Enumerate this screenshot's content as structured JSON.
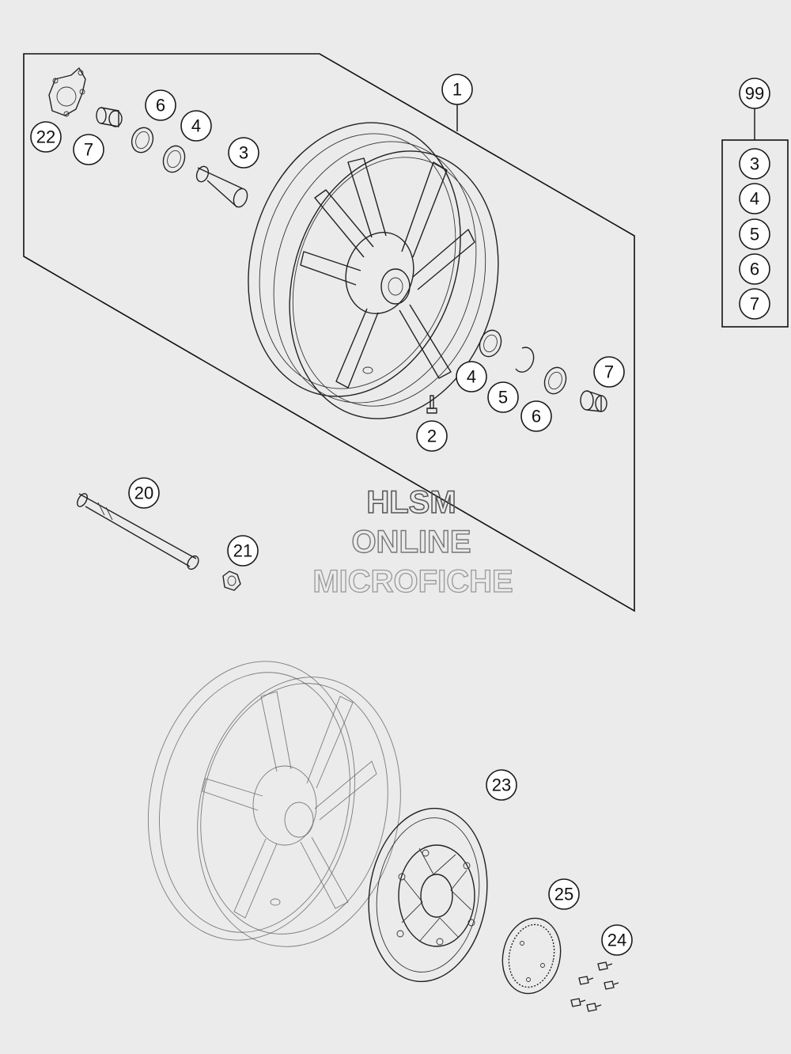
{
  "callouts": {
    "c1": "1",
    "c2": "2",
    "c3": "3",
    "c3b": "3",
    "c4": "4",
    "c4b": "4",
    "c4k": "4",
    "c5": "5",
    "c5k": "5",
    "c6": "6",
    "c6b": "6",
    "c6k": "6",
    "c7": "7",
    "c7b": "7",
    "c7k": "7",
    "c20": "20",
    "c21": "21",
    "c22": "22",
    "c23": "23",
    "c24": "24",
    "c25": "25",
    "c99": "99"
  },
  "kit": {
    "label": "99",
    "contents": [
      "3",
      "4",
      "5",
      "6",
      "7"
    ]
  },
  "watermark": {
    "line1": "HLSM",
    "line2": "ONLINE",
    "line3": "MICROFICHE"
  },
  "colors": {
    "background": "#ebebeb",
    "line": "#222222",
    "callout_fill": "#ffffff"
  }
}
